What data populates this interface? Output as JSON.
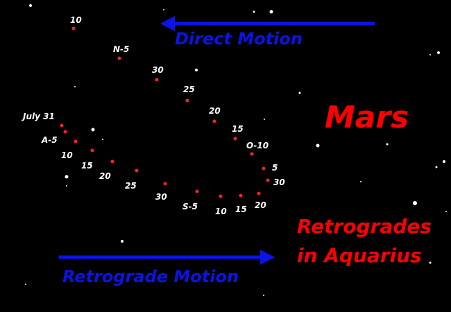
{
  "diagram": {
    "title": "Mars",
    "subtitle_lines": [
      "Retrogrades",
      "in Aquarius"
    ],
    "direct_motion_label": "Direct Motion",
    "retrograde_motion_label": "Retrograde Motion",
    "colors": {
      "background": "#000000",
      "planet_dot": "#ff2020",
      "date_text": "#ffffff",
      "star": "#ffffff",
      "arrow": "#0a14e6",
      "title": "#ff0000"
    },
    "path_dates": [
      "10",
      "N-5",
      "30",
      "25",
      "20",
      "15",
      "O-10",
      "5",
      "30",
      "20",
      "15",
      "10",
      "S-5",
      "30",
      "25",
      "20",
      "15",
      "10",
      "A-5",
      "July 31"
    ]
  }
}
